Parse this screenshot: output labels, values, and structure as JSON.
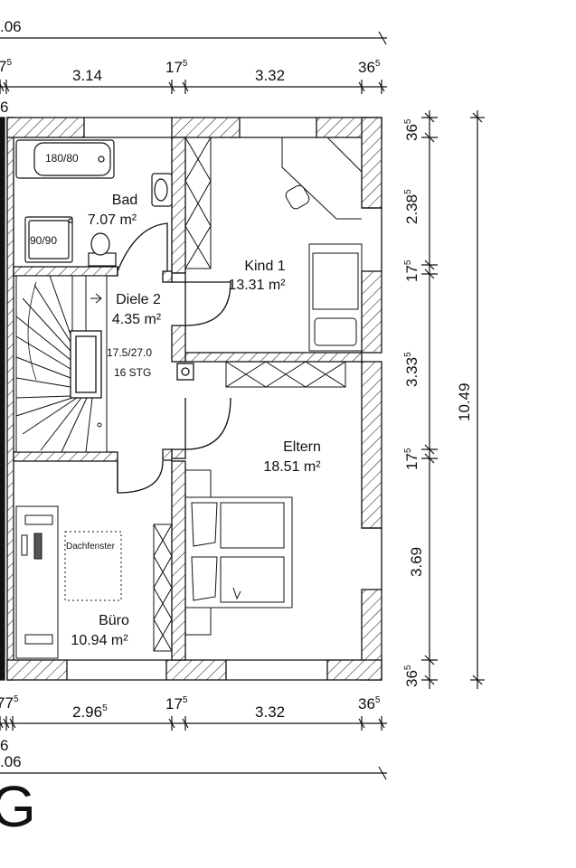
{
  "dims_top": {
    "overall": ".06",
    "left_partial": "7",
    "left_partial_sup": "5",
    "bad_width": "3.14",
    "wall_mid": "17",
    "wall_mid_sup": "5",
    "kind_width": "3.32",
    "wall_right": "36",
    "wall_right_sup": "5",
    "left_edge": "6"
  },
  "dims_bottom": {
    "overall": ".06",
    "left_partial": "7",
    "left_partial_sup": "5",
    "left_partial_prefix": "7",
    "buero_width": "2.96",
    "buero_width_sup": "5",
    "wall_mid": "17",
    "wall_mid_sup": "5",
    "eltern_width": "3.32",
    "wall_right": "36",
    "wall_right_sup": "5",
    "left_edge": "6"
  },
  "dims_right": {
    "top_wall": "36",
    "top_wall_sup": "5",
    "kind_depth": "2.38",
    "kind_depth_sup": "5",
    "wall_1": "17",
    "wall_1_sup": "5",
    "mid_depth": "3.33",
    "mid_depth_sup": "5",
    "wall_2": "17",
    "wall_2_sup": "5",
    "eltern_depth": "3.69",
    "bottom_wall": "36",
    "bottom_wall_sup": "5",
    "total": "10.49"
  },
  "rooms": {
    "bad": {
      "name": "Bad",
      "area": "7.07 m²"
    },
    "diele": {
      "name": "Diele 2",
      "area": "4.35 m²"
    },
    "kind": {
      "name": "Kind 1",
      "area": "13.31 m²"
    },
    "eltern": {
      "name": "Eltern",
      "area": "18.51 m²"
    },
    "buero": {
      "name": "Büro",
      "area": "10.94 m²"
    }
  },
  "fixtures": {
    "bathtub": "180/80",
    "shower": "90/90",
    "stairs": "17.5/27.0",
    "steps": "16 STG",
    "skylight": "Dachfenster"
  },
  "floor_letter": "G"
}
